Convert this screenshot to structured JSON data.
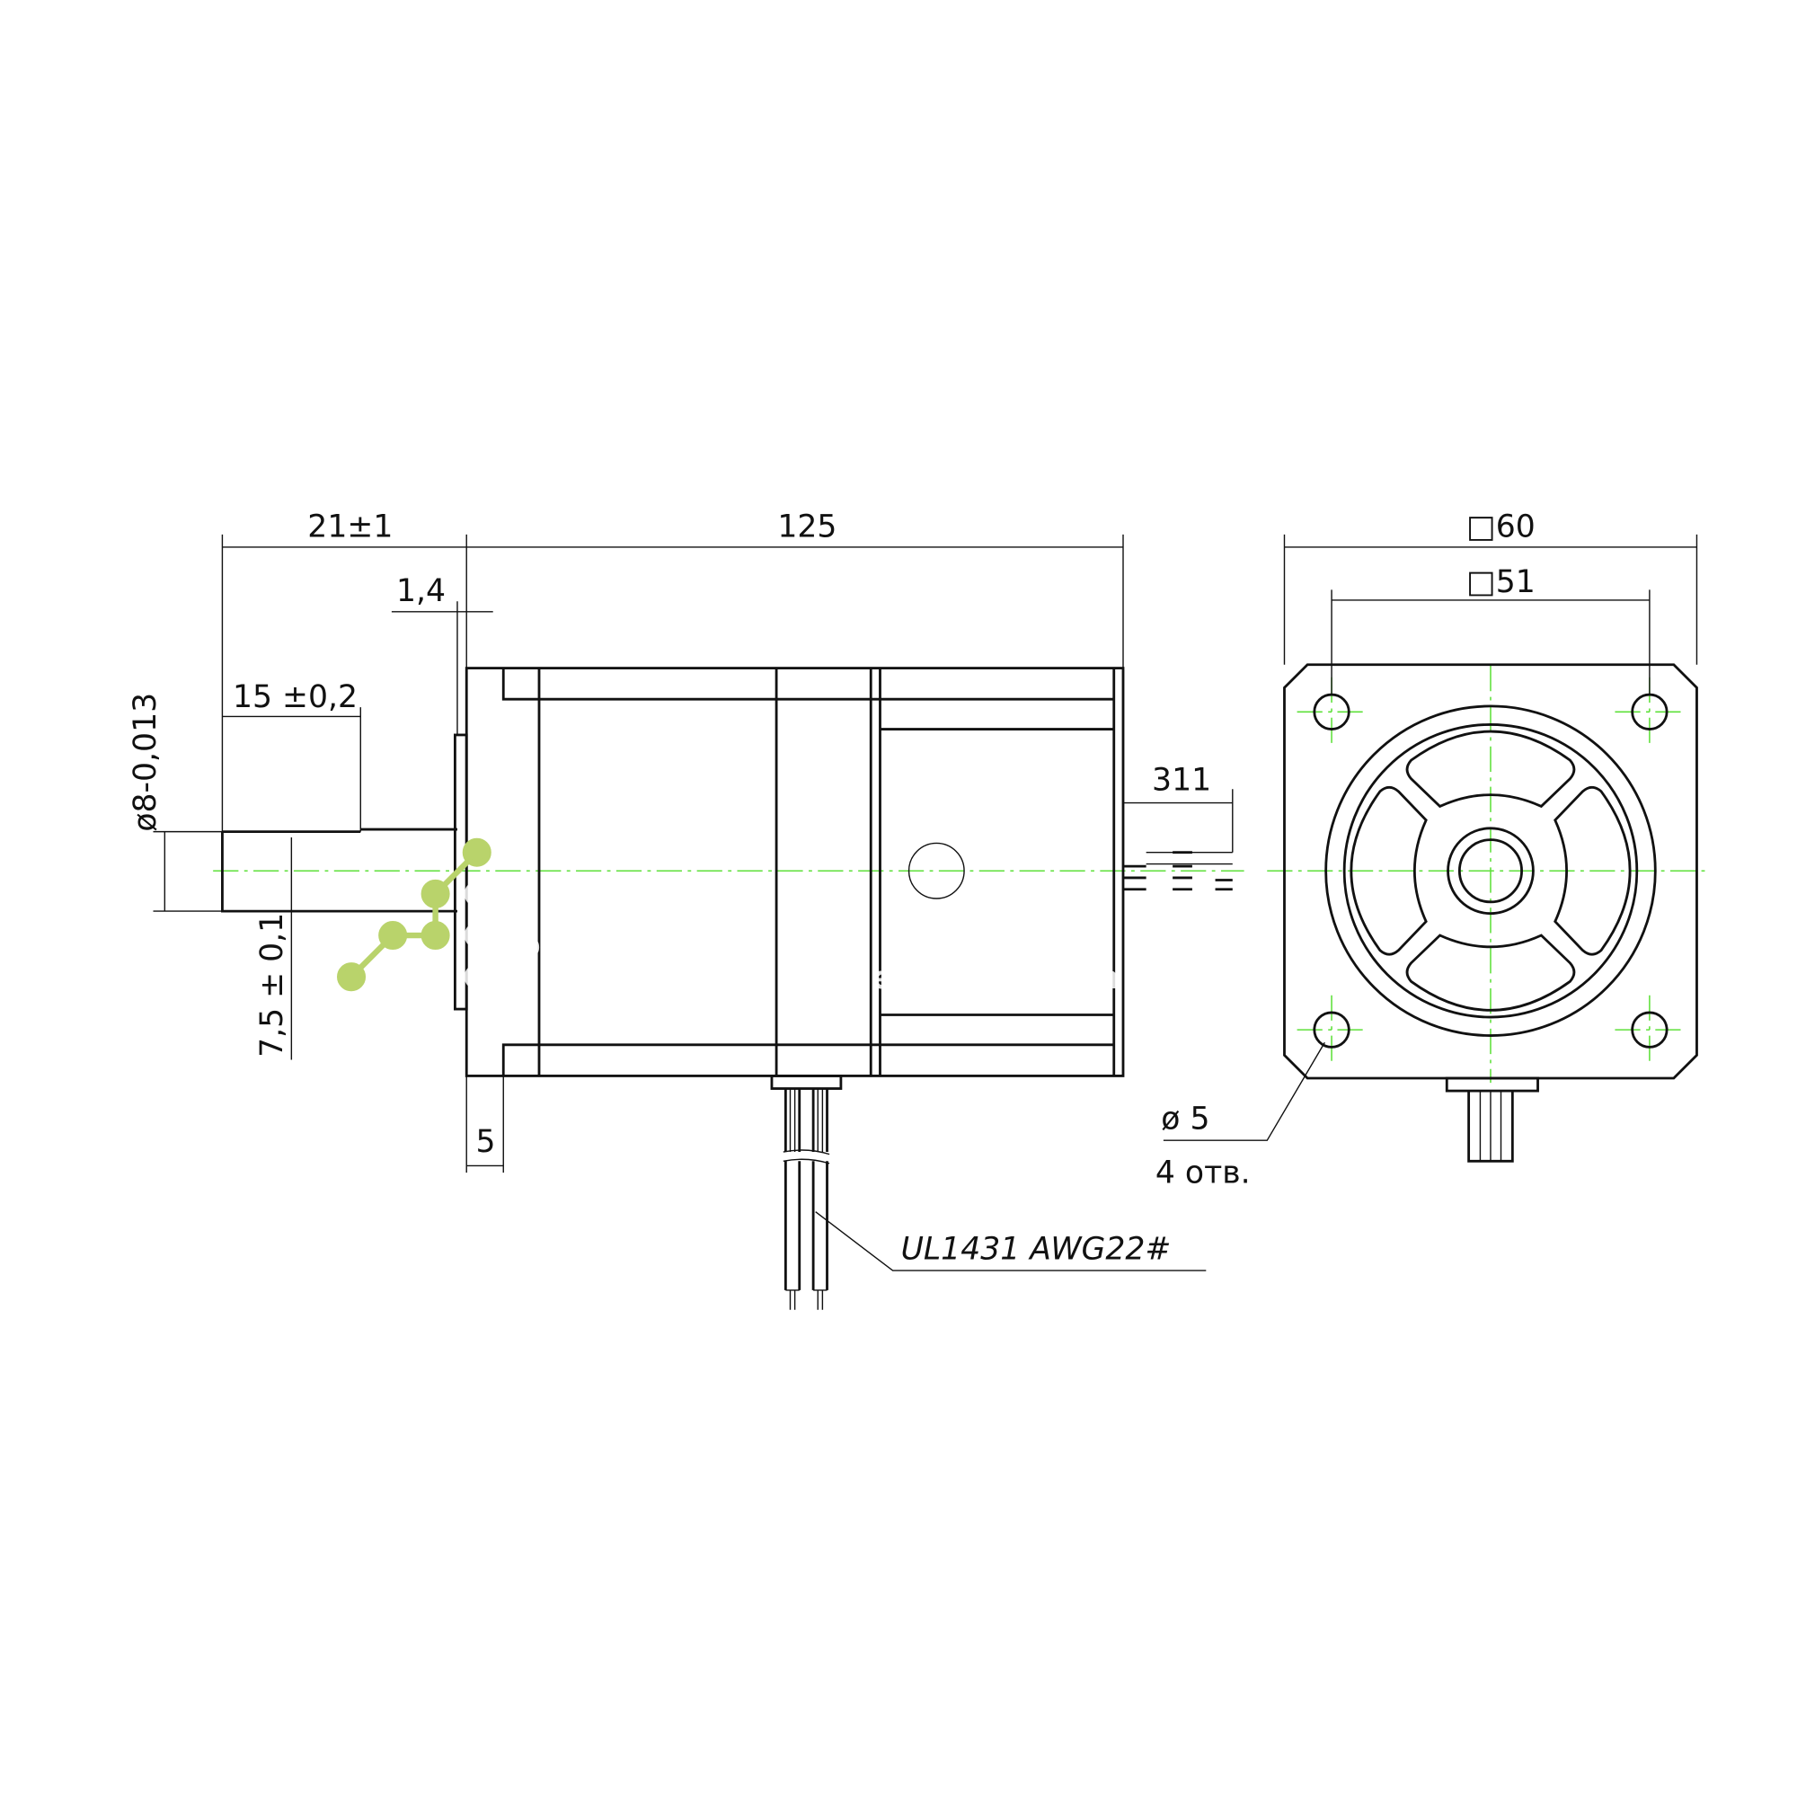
{
  "drawing": {
    "dimensions": {
      "shaft_length": "21±1",
      "body_length": "125",
      "flange_boss": "1,4",
      "flat_length": "15 ±0,2",
      "shaft_diameter": "ø8-0,013",
      "flat_height": "7,5 ± 0,1",
      "flange_thickness": "5",
      "connector": "311",
      "square_outer": "□60",
      "square_holes": "□51",
      "hole_diameter": "ø 5",
      "hole_count": "4 отв."
    },
    "cable_label": "UL1431 AWG22#"
  },
  "watermark": {
    "brand": "purelogic",
    "tagline": "research & development",
    "accent_color": "#b9d36b"
  },
  "colors": {
    "line": "#111111",
    "centerline": "#5ee03a"
  }
}
